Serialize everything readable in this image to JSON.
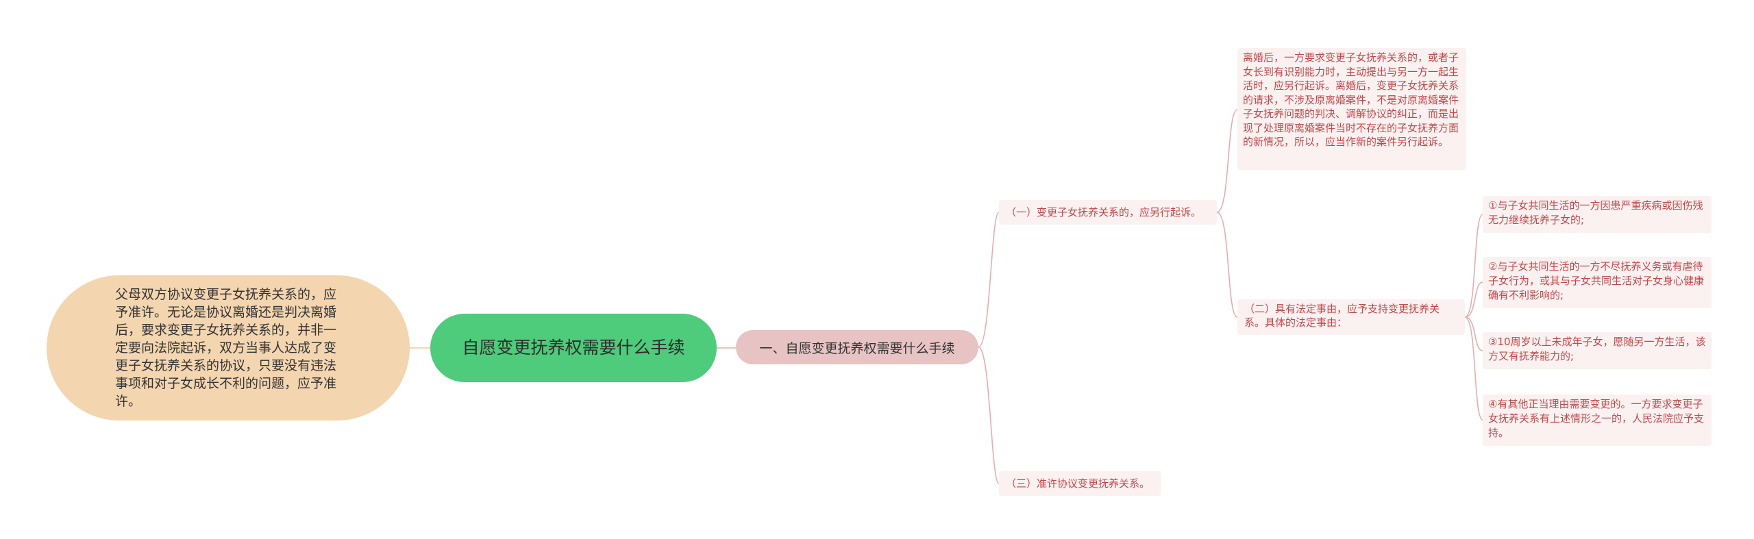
{
  "root": {
    "label": "自愿变更抚养权需要什么手续"
  },
  "left_note": {
    "text": "父母双方协议变更子女抚养关系的，应予准许。无论是协议离婚还是判决离婚后，要求变更子女抚养关系的，并非一定要向法院起诉，双方当事人达成了变更子女抚养关系的协议，只要没有违法事项和对子女成长不利的问题，应予准许。"
  },
  "level1": {
    "label": "一、自愿变更抚养权需要什么手续"
  },
  "subs": [
    {
      "label": "（一）变更子女抚养关系的，应另行起诉。"
    },
    {
      "label": "（二）具有法定事由，应予支持变更抚养关系。具体的法定事由："
    },
    {
      "label": "（三）准许协议变更抚养关系。"
    }
  ],
  "detail": {
    "text": "离婚后，一方要求变更子女抚养关系的，或者子女长到有识别能力时，主动提出与另一方一起生活时，应另行起诉。离婚后，变更子女抚养关系的请求，不涉及原离婚案件，不是对原离婚案件子女抚养问题的判决、调解协议的纠正，而是出现了处理原离婚案件当时不存在的子女抚养方面的新情况，所以，应当作新的案件另行起诉。"
  },
  "items": [
    {
      "text": "①与子女共同生活的一方因患严重疾病或因伤残无力继续抚养子女的;"
    },
    {
      "text": "②与子女共同生活的一方不尽抚养义务或有虐待子女行为，或其与子女共同生活对子女身心健康确有不利影响的;"
    },
    {
      "text": "③10周岁以上未成年子女，愿随另一方生活，该方又有抚养能力的;"
    },
    {
      "text": "④有其他正当理由需要变更的。一方要求变更子女抚养关系有上述情形之一的，人民法院应予支持。"
    }
  ],
  "colors": {
    "root_fill": "#4ecb7b",
    "left_note_fill": "#f3d5b0",
    "level1_fill": "#e7c3c3",
    "sub_text": "#c0484a",
    "sub_fill": "#fbf1f1",
    "connector": "#e3aeae",
    "left_connector": "#f0c9a0"
  }
}
